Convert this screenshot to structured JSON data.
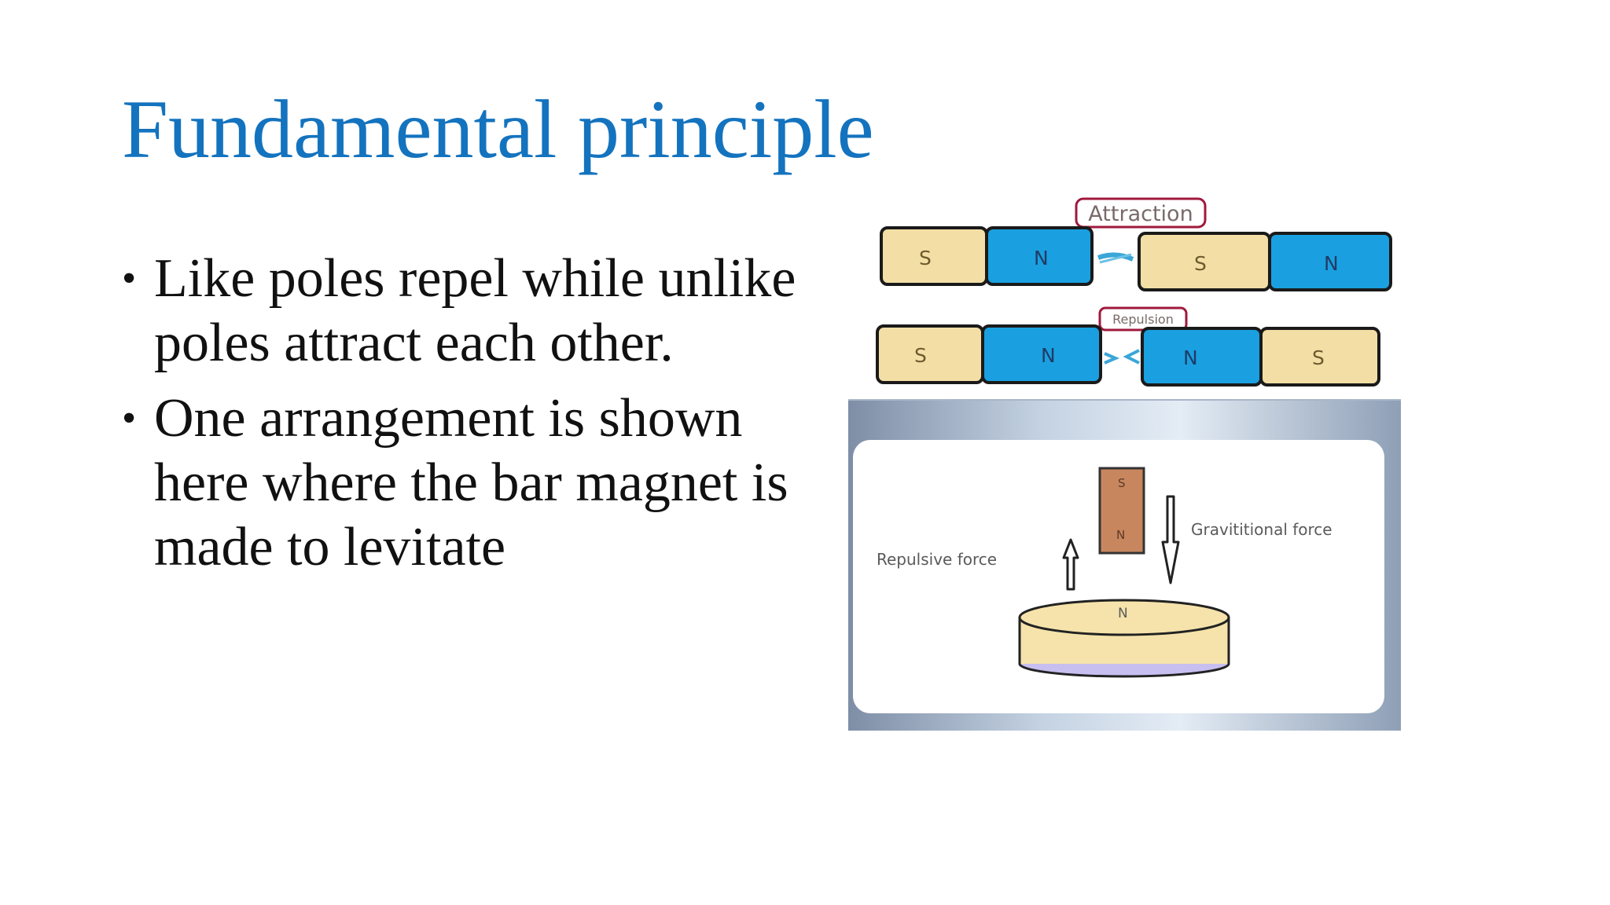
{
  "slide": {
    "title": "Fundamental principle",
    "bullets": [
      "Like poles repel while unlike poles attract each other.",
      "One arrangement is shown here where the bar magnet is made to levitate"
    ]
  },
  "figure": {
    "attraction_label": "Attraction",
    "repulsion_label": "Repulsion",
    "magnet_row1": {
      "left": [
        "S",
        "N"
      ],
      "right": [
        "S",
        "N"
      ]
    },
    "magnet_row2": {
      "left": [
        "S",
        "N"
      ],
      "right": [
        "N",
        "S"
      ]
    },
    "bar_magnet": {
      "top": "S",
      "bottom": "N"
    },
    "base_magnet_pole": "N",
    "repulsive_force_label": "Repulsive force",
    "gravitational_force_label": "Gravititional force",
    "colors": {
      "south": "#f3dfa6",
      "north": "#1aa0e0",
      "bar": "#c8865e",
      "disc_top": "#f5e3ab",
      "disc_bottom": "#c6bff0",
      "label_border": "#a0193c"
    }
  }
}
